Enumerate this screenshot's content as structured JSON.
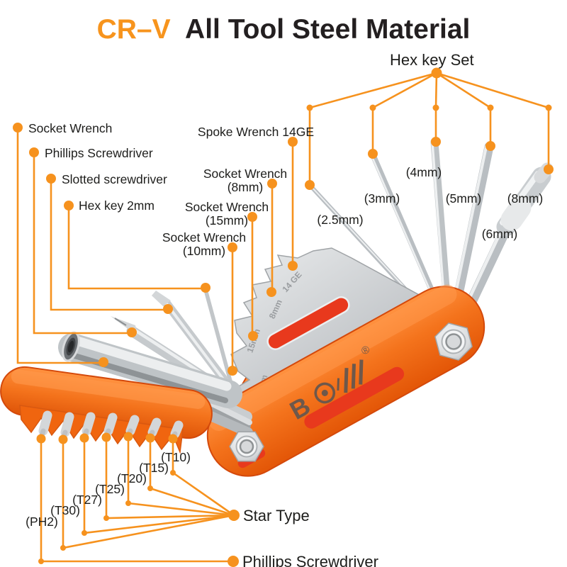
{
  "title": {
    "brand": "CR–V",
    "rest": "All Tool Steel Material"
  },
  "colors": {
    "accent": "#F6921E",
    "body_orange": "#F4731C",
    "slot_red": "#E8391D",
    "ink": "#1D1D1B",
    "silver": "#C9CDD0"
  },
  "hex_set": {
    "title": "Hex key Set",
    "sizes": [
      "(2.5mm)",
      "(3mm)",
      "(4mm)",
      "(5mm)",
      "(8mm)",
      "(6mm)"
    ]
  },
  "left_tools": {
    "socket": "Socket Wrench",
    "phillips": "Phillips Screwdriver",
    "slotted": "Slotted screwdriver",
    "hex2": "Hex key 2mm"
  },
  "plate_tools": {
    "spoke": "Spoke Wrench 14GE",
    "s8": [
      "Socket Wrench",
      "(8mm)"
    ],
    "s15": [
      "Socket Wrench",
      "(15mm)"
    ],
    "s10": [
      "Socket Wrench",
      "(10mm)"
    ]
  },
  "bits": {
    "group": "Star Type",
    "phillips": "Phillips Screwdriver",
    "labels": [
      "(PH2)",
      "(T30)",
      "(T27)",
      "(T25)",
      "(T20)",
      "(T15)",
      "(T10)"
    ]
  },
  "engravings": {
    "spoke": "14 GE",
    "e8": "8mm",
    "e15": "15mm",
    "e10": "10mm"
  },
  "logo": {
    "b": "B",
    "reg": "®"
  }
}
